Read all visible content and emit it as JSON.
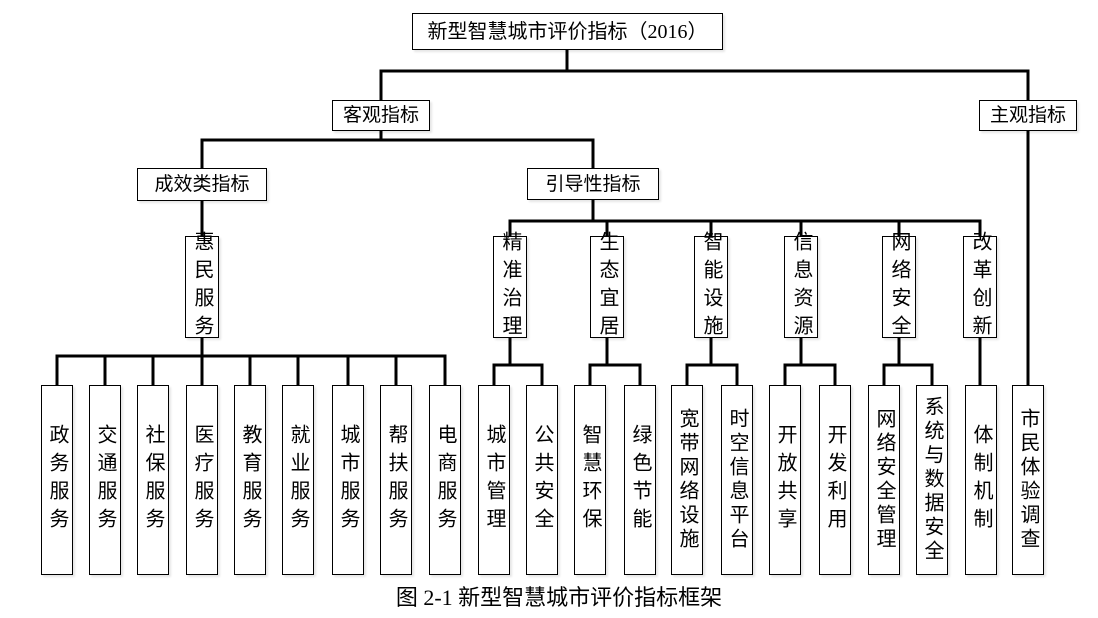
{
  "figure": {
    "caption": "图 2-1 新型智慧城市评价指标框架",
    "root": {
      "id": "root",
      "label": "新型智慧城市评价指标（2016）",
      "children": [
        {
          "id": "objective-indicators",
          "label": "客观指标",
          "children": [
            {
              "id": "effectiveness-indicators",
              "label": "成效类指标",
              "children": [
                {
                  "id": "benefit-services",
                  "label": "惠民服务",
                  "children": [
                    {
                      "id": "government-services",
                      "label": "政务服务"
                    },
                    {
                      "id": "transport-services",
                      "label": "交通服务"
                    },
                    {
                      "id": "social-security-services",
                      "label": "社保服务"
                    },
                    {
                      "id": "medical-services",
                      "label": "医疗服务"
                    },
                    {
                      "id": "education-services",
                      "label": "教育服务"
                    },
                    {
                      "id": "employment-services",
                      "label": "就业服务"
                    },
                    {
                      "id": "city-services",
                      "label": "城市服务"
                    },
                    {
                      "id": "assistance-services",
                      "label": "帮扶服务"
                    },
                    {
                      "id": "ecommerce-services",
                      "label": "电商服务"
                    }
                  ]
                }
              ]
            },
            {
              "id": "guiding-indicators",
              "label": "引导性指标",
              "children": [
                {
                  "id": "precise-governance",
                  "label": "精准治理",
                  "children": [
                    {
                      "id": "city-management",
                      "label": "城市管理"
                    },
                    {
                      "id": "public-safety",
                      "label": "公共安全"
                    }
                  ]
                },
                {
                  "id": "eco-livable",
                  "label": "生态宜居",
                  "children": [
                    {
                      "id": "smart-environment",
                      "label": "智慧环保"
                    },
                    {
                      "id": "green-energy-saving",
                      "label": "绿色节能"
                    }
                  ]
                },
                {
                  "id": "smart-facilities",
                  "label": "智能设施",
                  "children": [
                    {
                      "id": "broadband-network-facilities",
                      "label": "宽带网络设施"
                    },
                    {
                      "id": "spatiotemporal-info-platform",
                      "label": "时空信息平台"
                    }
                  ]
                },
                {
                  "id": "info-resources",
                  "label": "信息资源",
                  "children": [
                    {
                      "id": "open-sharing",
                      "label": "开放共享"
                    },
                    {
                      "id": "development-utilization",
                      "label": "开发利用"
                    }
                  ]
                },
                {
                  "id": "network-security",
                  "label": "网络安全",
                  "children": [
                    {
                      "id": "network-security-management",
                      "label": "网络安全管理"
                    },
                    {
                      "id": "system-data-security",
                      "label": "系统与数据安全"
                    }
                  ]
                },
                {
                  "id": "reform-innovation",
                  "label": "改革创新",
                  "children": [
                    {
                      "id": "institutional-mechanism",
                      "label": "体制机制"
                    }
                  ]
                }
              ]
            }
          ]
        },
        {
          "id": "subjective-indicators",
          "label": "主观指标",
          "children": [
            {
              "id": "citizen-experience-survey",
              "label": "市民体验调查"
            }
          ]
        }
      ]
    }
  }
}
